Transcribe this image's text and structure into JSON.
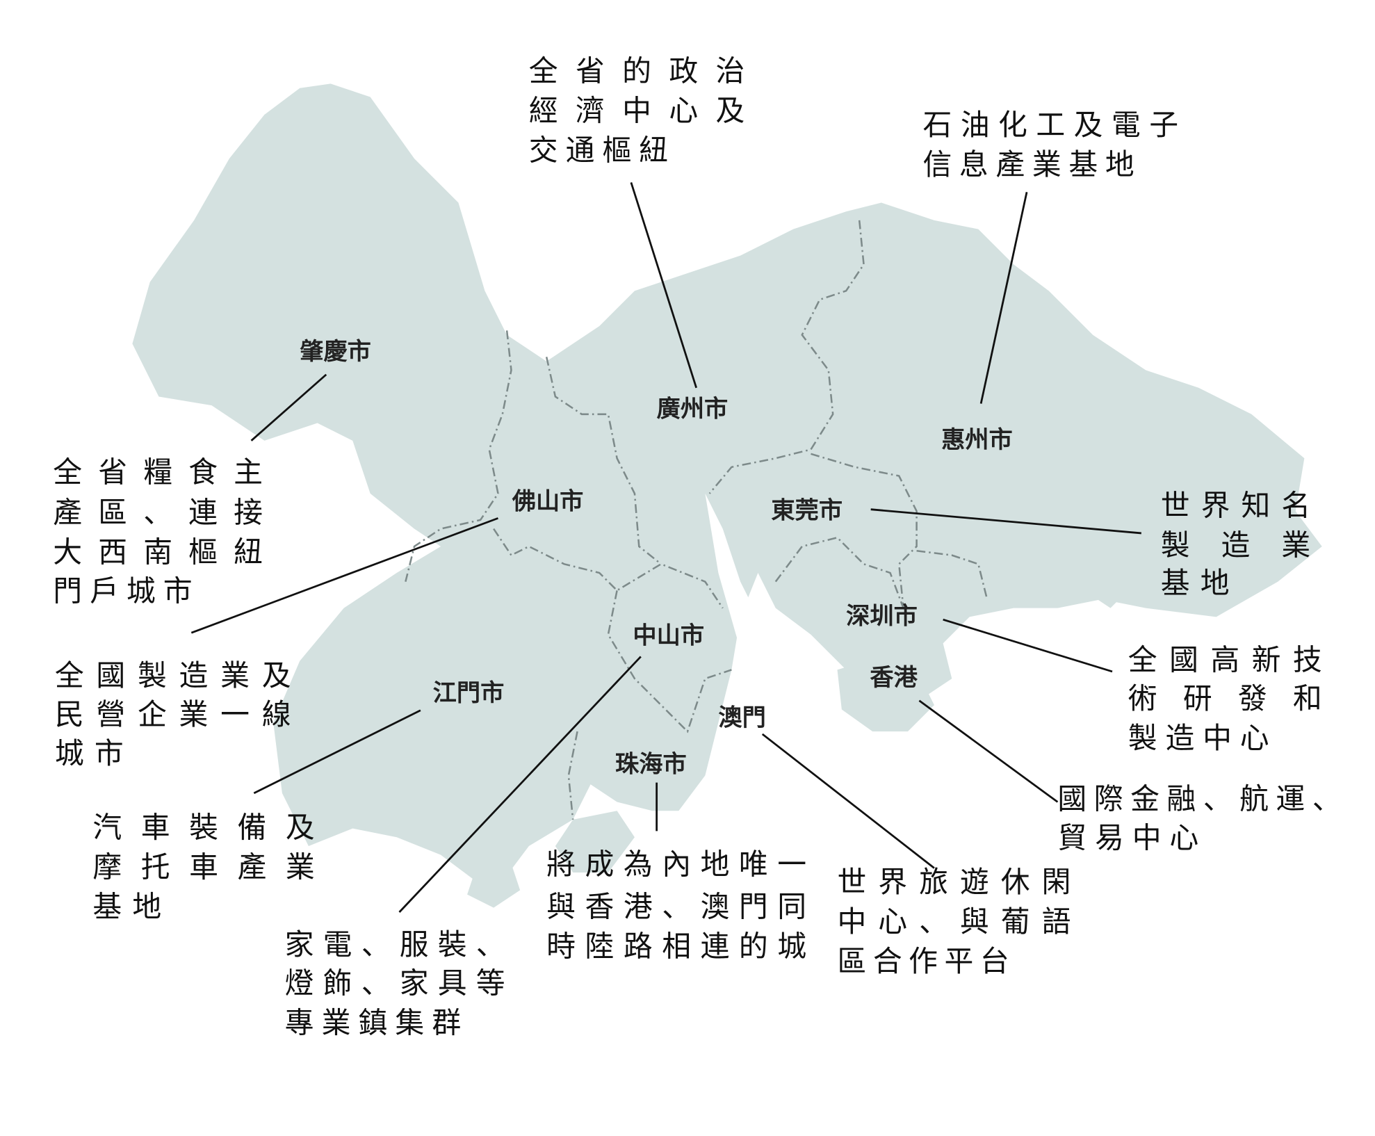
{
  "colors": {
    "land": "#d4e1e0",
    "border": "#7d8a8a",
    "text": "#111111"
  },
  "cities": {
    "zhaoqing": "肇慶市",
    "guangzhou": "廣州市",
    "huizhou": "惠州市",
    "foshan": "佛山市",
    "dongguan": "東莞市",
    "shenzhen": "深圳市",
    "hongkong": "香港",
    "zhongshan": "中山市",
    "jiangmen": "江門市",
    "macau": "澳門",
    "zhuhai": "珠海市"
  },
  "notes": {
    "guangzhou": [
      "全省的政治",
      "經濟中心及",
      "交通樞紐"
    ],
    "huizhou": [
      "石油化工及電子",
      "信息產業基地"
    ],
    "zhaoqing": [
      "全省糧食主",
      "產區、連接",
      "大西南樞紐",
      "門戶城市"
    ],
    "foshan": [
      "全國製造業及",
      "民營企業一線",
      "城市"
    ],
    "jiangmen": [
      "汽車裝備及",
      "摩托車產業",
      "基地"
    ],
    "zhongshan": [
      "家電、服裝、",
      "燈飾、家具等",
      "專業鎮集群"
    ],
    "zhuhai": [
      "將成為內地唯一",
      "與香港、澳門同",
      "時陸路相連的城"
    ],
    "macau": [
      "世界旅遊休閑",
      "中心、與葡語",
      "區合作平台"
    ],
    "hongkong": [
      "國際金融、航運、",
      "貿易中心"
    ],
    "shenzhen": [
      "全國高新技",
      "術研發和",
      "製造中心"
    ],
    "dongguan": [
      "世界知名",
      "製造業",
      "基地"
    ]
  }
}
